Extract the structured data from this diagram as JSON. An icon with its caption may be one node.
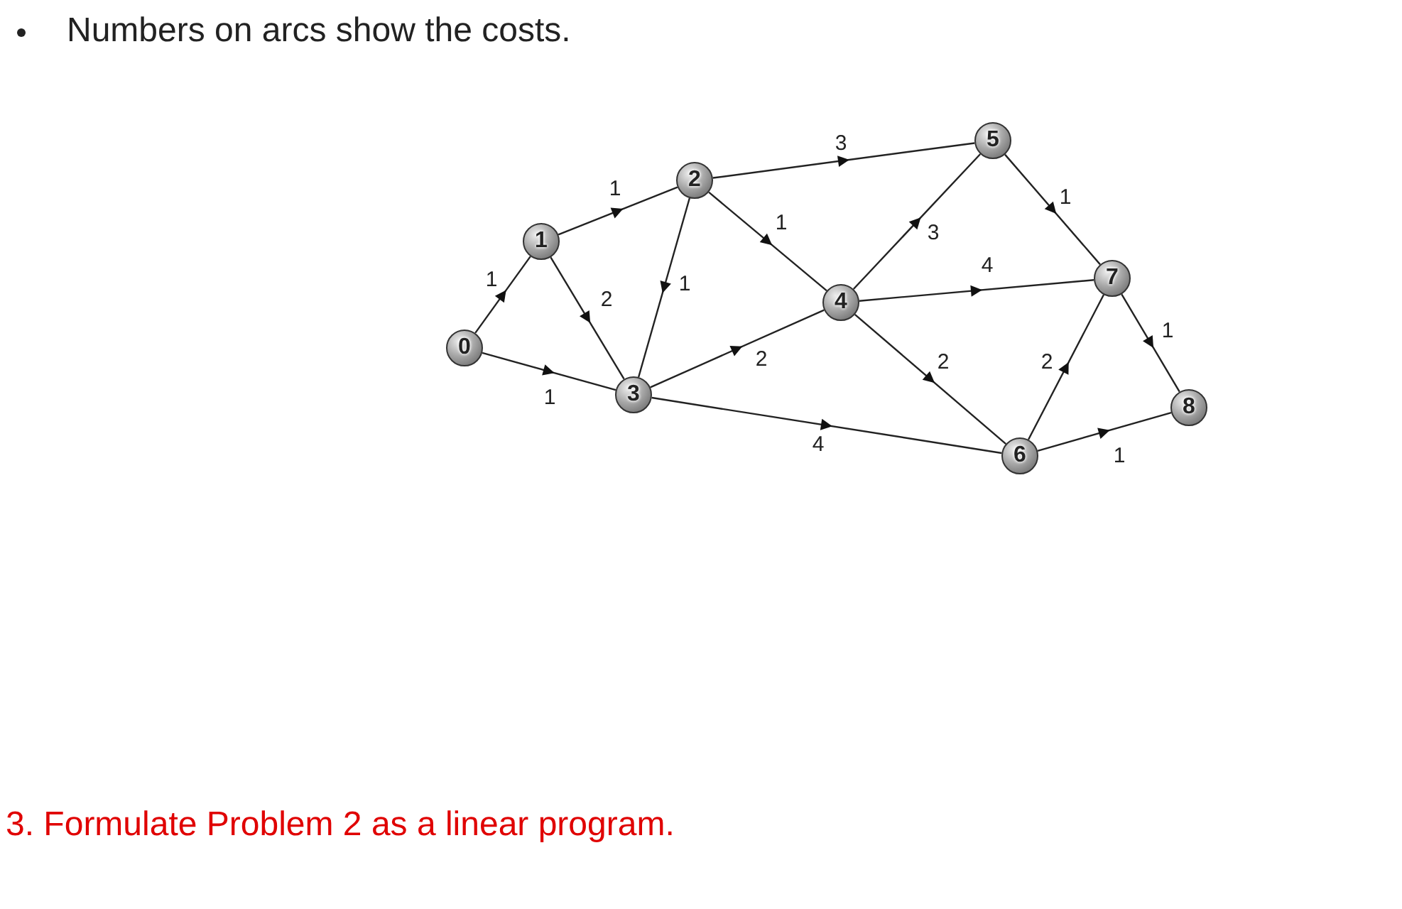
{
  "diagram": {
    "nodes": [
      {
        "text": [
          "0"
        ]
      },
      {
        "text": [
          "1"
        ]
      },
      {
        "text": [
          "2"
        ]
      },
      {
        "text": [
          "3"
        ]
      },
      {
        "text": [
          "4"
        ]
      },
      {
        "text": [
          "5"
        ]
      },
      {
        "text": [
          "6"
        ]
      },
      {
        "text": [
          "7"
        ]
      },
      {
        "text": [
          "8"
        ]
      }
    ],
    "edges": [
      {
        "from": 0,
        "to": 1,
        "arrow": "to",
        "label": "1"
      },
      {
        "from": 0,
        "to": 3,
        "arrow": "to",
        "label": "1"
      },
      {
        "from": 1,
        "to": 2,
        "arrow": "to",
        "label": "1"
      },
      {
        "from": 1,
        "to": 3,
        "arrow": "to",
        "label": "2"
      },
      {
        "from": 2,
        "to": 3,
        "arrow": "to",
        "label": "1"
      },
      {
        "from": 2,
        "to": 4,
        "arrow": "to",
        "label": "1"
      },
      {
        "from": 2,
        "to": 5,
        "arrow": "to",
        "label": "3"
      },
      {
        "from": 3,
        "to": 4,
        "arrow": "to",
        "label": "2"
      },
      {
        "from": 3,
        "to": 6,
        "arrow": "to",
        "label": "4"
      },
      {
        "from": 4,
        "to": 5,
        "arrow": "to",
        "label": "3"
      },
      {
        "from": 4,
        "to": 7,
        "arrow": "to",
        "label": "4"
      },
      {
        "from": 4,
        "to": 6,
        "arrow": "to",
        "label": "2"
      },
      {
        "from": 5,
        "to": 7,
        "arrow": "to",
        "label": "1"
      },
      {
        "from": 6,
        "to": 7,
        "arrow": "to",
        "label": "2"
      },
      {
        "from": 7,
        "to": 8,
        "arrow": "to",
        "label": "1"
      },
      {
        "from": 6,
        "to": 8,
        "arrow": "to",
        "label": "1"
      }
    ],
    "labels": [
      "Numbers on arcs show the costs.",
      "3. Formulate Problem 2 as a linear program."
    ]
  }
}
